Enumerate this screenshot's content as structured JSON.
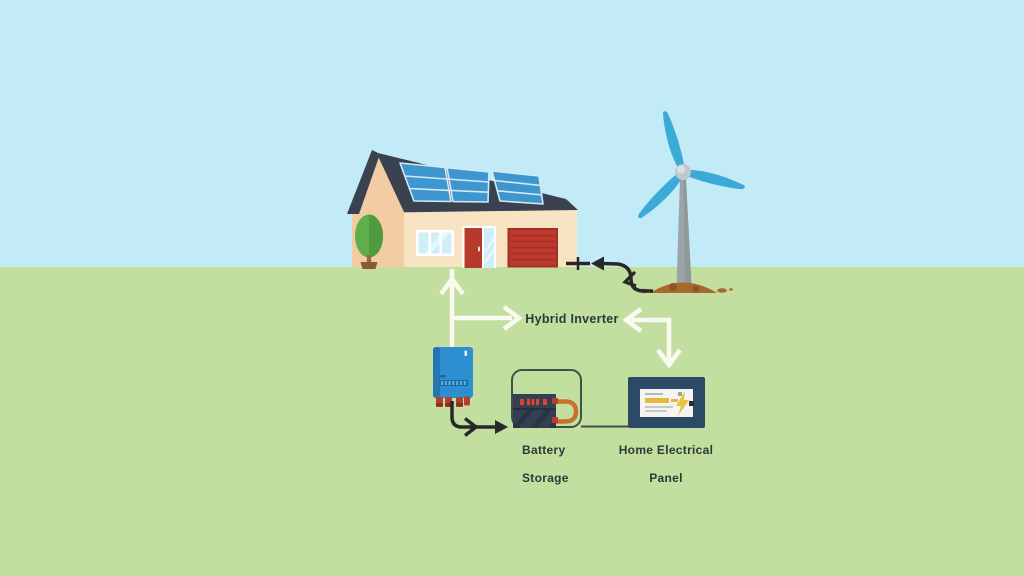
{
  "diagram": {
    "labels": {
      "hybrid_inverter": "Hybrid Inverter",
      "battery_storage": [
        "Battery",
        "Storage"
      ],
      "home_electrical_panel": [
        "Home Electrical",
        "Panel"
      ]
    },
    "flows": [
      {
        "from": "inverter-unit",
        "to": "house",
        "arrow_color": "white"
      },
      {
        "from": "inverter-unit",
        "to": "hybrid-inverter-label",
        "arrow_color": "white"
      },
      {
        "from": "wind-turbine",
        "to": "hybrid-inverter-label",
        "arrow_color": "white"
      },
      {
        "from": "hybrid-inverter-label",
        "to": "home-electrical-panel",
        "arrow_color": "white"
      },
      {
        "from": "wind-turbine",
        "to": "house",
        "arrow_color": "black"
      },
      {
        "from": "inverter-unit",
        "to": "battery-storage",
        "arrow_color": "black"
      }
    ],
    "colors": {
      "sky": "#c3ebf7",
      "ground": "#c2df9f",
      "roof": "#39424e",
      "solar_blue": "#3e96cf",
      "solar_grid": "#d5e7f2",
      "gable_wall": "#f2cda3",
      "house_wall": "#f8e3c3",
      "window_glass": "#cfeef8",
      "door_red": "#b63a2c",
      "garage_red": "#bf3a2d",
      "garage_line": "#a03228",
      "tree_green": "#60ae4b",
      "tree_green_dark": "#4f9c3e",
      "trunk_brown": "#9a6a3d",
      "planter_brown": "#8a5a33",
      "blade_blue": "#3caad6",
      "tower_gray": "#9ba5a7",
      "hub_gray": "#bfc8ca",
      "dirt_brown": "#a8692f",
      "dirt_dark": "#8d5526",
      "arrow_white": "#fafaf2",
      "arrow_black": "#282828",
      "inverter_blue": "#2e8fd0",
      "inverter_dark": "#1d6aa3",
      "stud_red": "#b2402e",
      "battery_navy": "#353f52",
      "display_red": "#e0432f",
      "handle_orange": "#c8702c",
      "outline_stroke": "#3f5047",
      "panel_frame": "#2c4a66",
      "panel_inner": "#f4f4f0",
      "panel_yellow": "#e5ba3a",
      "label_text": "#2c3a38"
    }
  }
}
